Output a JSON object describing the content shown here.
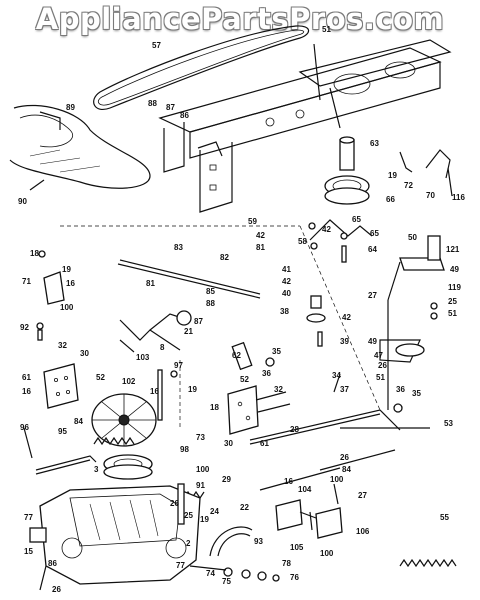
{
  "watermark": "AppliancePartsPros.com",
  "callouts": [
    {
      "id": "c1",
      "text": "51"
    },
    {
      "id": "c2",
      "text": "57"
    },
    {
      "id": "c3",
      "text": "89"
    },
    {
      "id": "c4",
      "text": "88"
    },
    {
      "id": "c5",
      "text": "87"
    },
    {
      "id": "c6",
      "text": "86"
    },
    {
      "id": "c7",
      "text": "63"
    },
    {
      "id": "c8",
      "text": "19"
    },
    {
      "id": "c9",
      "text": "72"
    },
    {
      "id": "c10",
      "text": "70"
    },
    {
      "id": "c11",
      "text": "116"
    },
    {
      "id": "c12",
      "text": "90"
    },
    {
      "id": "c13",
      "text": "66"
    },
    {
      "id": "c14",
      "text": "59"
    },
    {
      "id": "c15",
      "text": "42"
    },
    {
      "id": "c16",
      "text": "58"
    },
    {
      "id": "c17",
      "text": "81"
    },
    {
      "id": "c18",
      "text": "42"
    },
    {
      "id": "c19",
      "text": "65"
    },
    {
      "id": "c20",
      "text": "64"
    },
    {
      "id": "c21",
      "text": "50"
    },
    {
      "id": "c22",
      "text": "121"
    },
    {
      "id": "c23",
      "text": "18"
    },
    {
      "id": "c24",
      "text": "83"
    },
    {
      "id": "c25",
      "text": "82"
    },
    {
      "id": "c26",
      "text": "41"
    },
    {
      "id": "c27",
      "text": "42"
    },
    {
      "id": "c28",
      "text": "49"
    },
    {
      "id": "c29",
      "text": "19"
    },
    {
      "id": "c30",
      "text": "71"
    },
    {
      "id": "c31",
      "text": "16"
    },
    {
      "id": "c32",
      "text": "81"
    },
    {
      "id": "c33",
      "text": "85"
    },
    {
      "id": "c34",
      "text": "40"
    },
    {
      "id": "c35",
      "text": "27"
    },
    {
      "id": "c36",
      "text": "119"
    },
    {
      "id": "c37",
      "text": "25"
    },
    {
      "id": "c38",
      "text": "51"
    },
    {
      "id": "c39",
      "text": "100"
    },
    {
      "id": "c40",
      "text": "88"
    },
    {
      "id": "c41",
      "text": "87"
    },
    {
      "id": "c42",
      "text": "38"
    },
    {
      "id": "c43",
      "text": "42"
    },
    {
      "id": "c44",
      "text": "92"
    },
    {
      "id": "c45",
      "text": "21"
    },
    {
      "id": "c46",
      "text": "8"
    },
    {
      "id": "c47",
      "text": "39"
    },
    {
      "id": "c48",
      "text": "49"
    },
    {
      "id": "c49",
      "text": "32"
    },
    {
      "id": "c50",
      "text": "30"
    },
    {
      "id": "c51",
      "text": "62"
    },
    {
      "id": "c52",
      "text": "35"
    },
    {
      "id": "c53",
      "text": "47"
    },
    {
      "id": "c54",
      "text": "103"
    },
    {
      "id": "c55",
      "text": "36"
    },
    {
      "id": "c56",
      "text": "26"
    },
    {
      "id": "c57",
      "text": "51"
    },
    {
      "id": "c58",
      "text": "61"
    },
    {
      "id": "c59",
      "text": "52"
    },
    {
      "id": "c60",
      "text": "16"
    },
    {
      "id": "c61",
      "text": "97"
    },
    {
      "id": "c62",
      "text": "102"
    },
    {
      "id": "c63",
      "text": "52"
    },
    {
      "id": "c64",
      "text": "32"
    },
    {
      "id": "c65",
      "text": "34"
    },
    {
      "id": "c66",
      "text": "37"
    },
    {
      "id": "c67",
      "text": "36"
    },
    {
      "id": "c68",
      "text": "35"
    },
    {
      "id": "c69",
      "text": "16"
    },
    {
      "id": "c70",
      "text": "19"
    },
    {
      "id": "c71",
      "text": "18"
    },
    {
      "id": "c72",
      "text": "84"
    },
    {
      "id": "c73",
      "text": "73"
    },
    {
      "id": "c74",
      "text": "30"
    },
    {
      "id": "c75",
      "text": "61"
    },
    {
      "id": "c76",
      "text": "53"
    },
    {
      "id": "c77",
      "text": "96"
    },
    {
      "id": "c78",
      "text": "28"
    },
    {
      "id": "c79",
      "text": "98"
    },
    {
      "id": "c80",
      "text": "26"
    },
    {
      "id": "c81",
      "text": "95"
    },
    {
      "id": "c82",
      "text": "3"
    },
    {
      "id": "c83",
      "text": "100"
    },
    {
      "id": "c84",
      "text": "91"
    },
    {
      "id": "c85",
      "text": "29"
    },
    {
      "id": "c86",
      "text": "84"
    },
    {
      "id": "c87",
      "text": "100"
    },
    {
      "id": "c88",
      "text": "27"
    },
    {
      "id": "c89",
      "text": "22"
    },
    {
      "id": "c90",
      "text": "16"
    },
    {
      "id": "c91",
      "text": "104"
    },
    {
      "id": "c92",
      "text": "26"
    },
    {
      "id": "c93",
      "text": "25"
    },
    {
      "id": "c94",
      "text": "19"
    },
    {
      "id": "c95",
      "text": "24"
    },
    {
      "id": "c96",
      "text": "77"
    },
    {
      "id": "c97",
      "text": "2"
    },
    {
      "id": "c98",
      "text": "93"
    },
    {
      "id": "c99",
      "text": "105"
    },
    {
      "id": "c100",
      "text": "106"
    },
    {
      "id": "c101",
      "text": "100"
    },
    {
      "id": "c102",
      "text": "55"
    },
    {
      "id": "c103",
      "text": "15"
    },
    {
      "id": "c104",
      "text": "86"
    },
    {
      "id": "c105",
      "text": "77"
    },
    {
      "id": "c106",
      "text": "74"
    },
    {
      "id": "c107",
      "text": "75"
    },
    {
      "id": "c108",
      "text": "78"
    },
    {
      "id": "c109",
      "text": "76"
    },
    {
      "id": "c110",
      "text": "26"
    },
    {
      "id": "c111",
      "text": "65"
    }
  ]
}
